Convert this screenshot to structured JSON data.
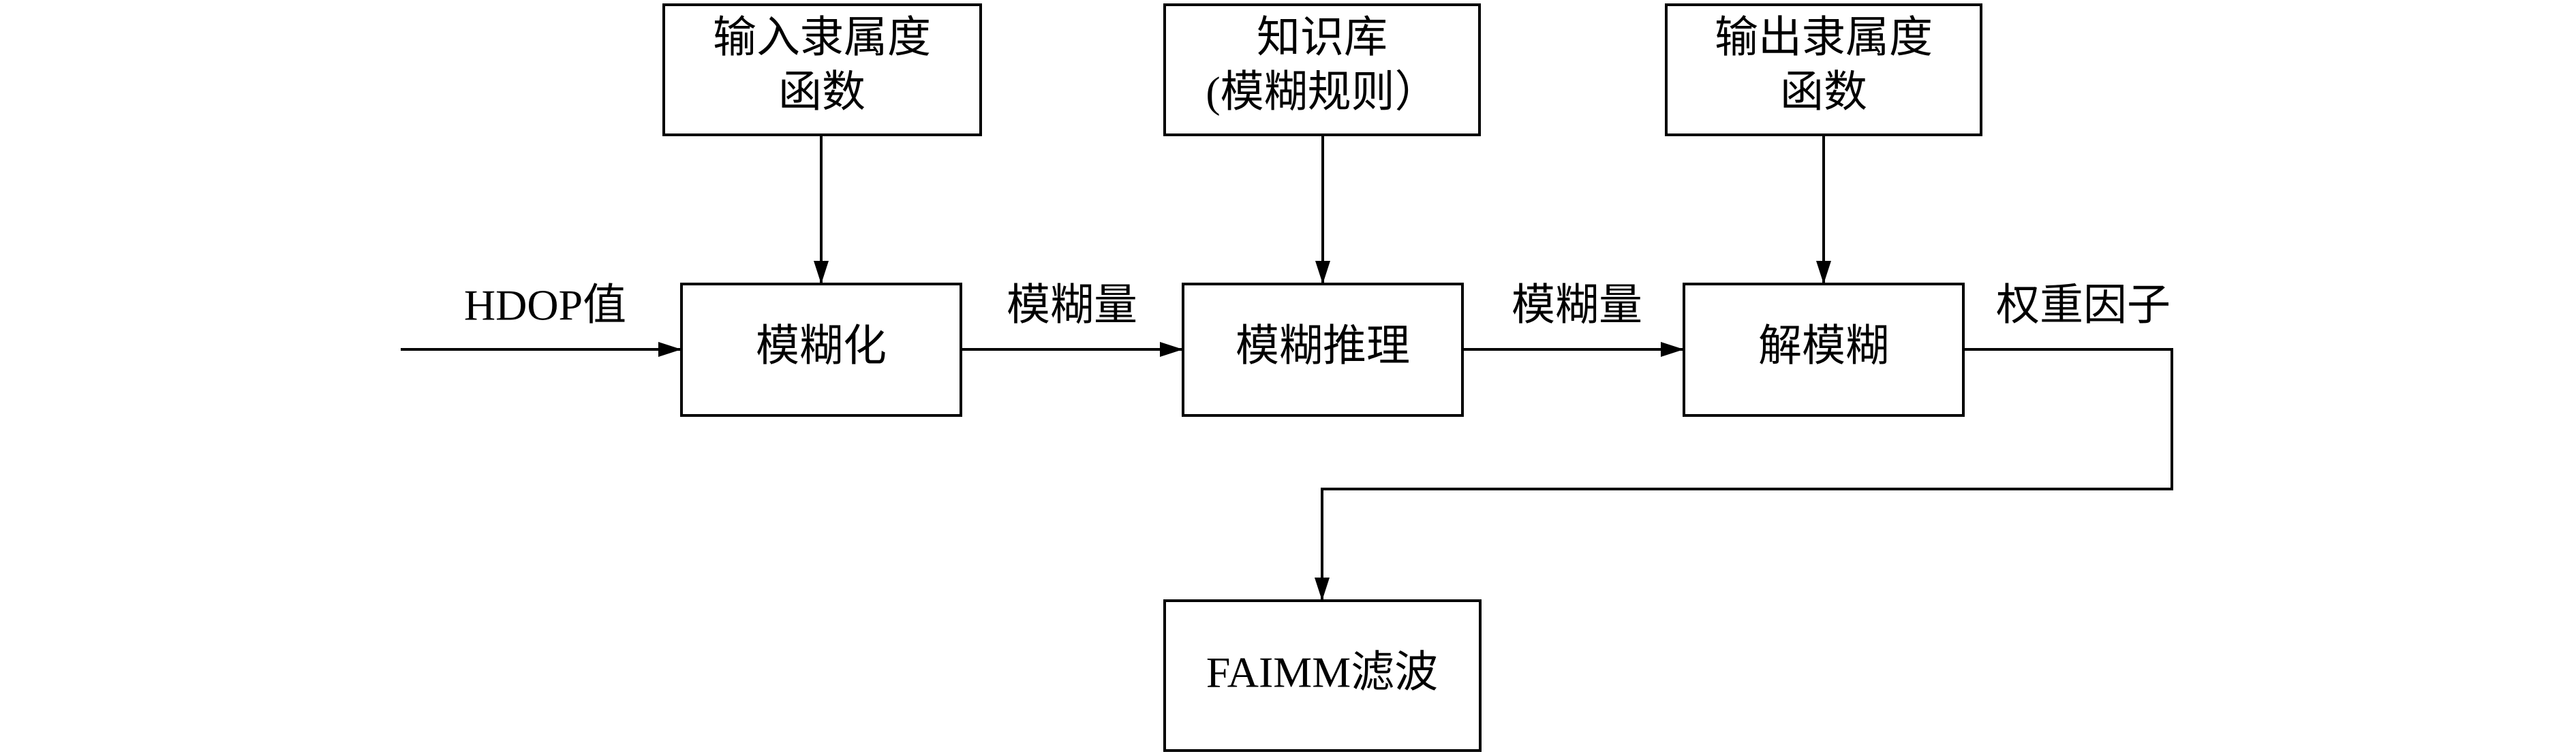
{
  "blocks": {
    "input_membership": {
      "line1": "输入隶属度",
      "line2": "函数"
    },
    "knowledge_base": {
      "line1": "知识库",
      "line2": "(模糊规则）"
    },
    "output_membership": {
      "line1": "输出隶属度",
      "line2": "函数"
    },
    "fuzzify": "模糊化",
    "inference": "模糊推理",
    "defuzzify": "解模糊",
    "filter": "FAIMM滤波"
  },
  "edges": {
    "input": "HDOP值",
    "fuzzy_quantity_1": "模糊量",
    "fuzzy_quantity_2": "模糊量",
    "output": "权重因子"
  }
}
